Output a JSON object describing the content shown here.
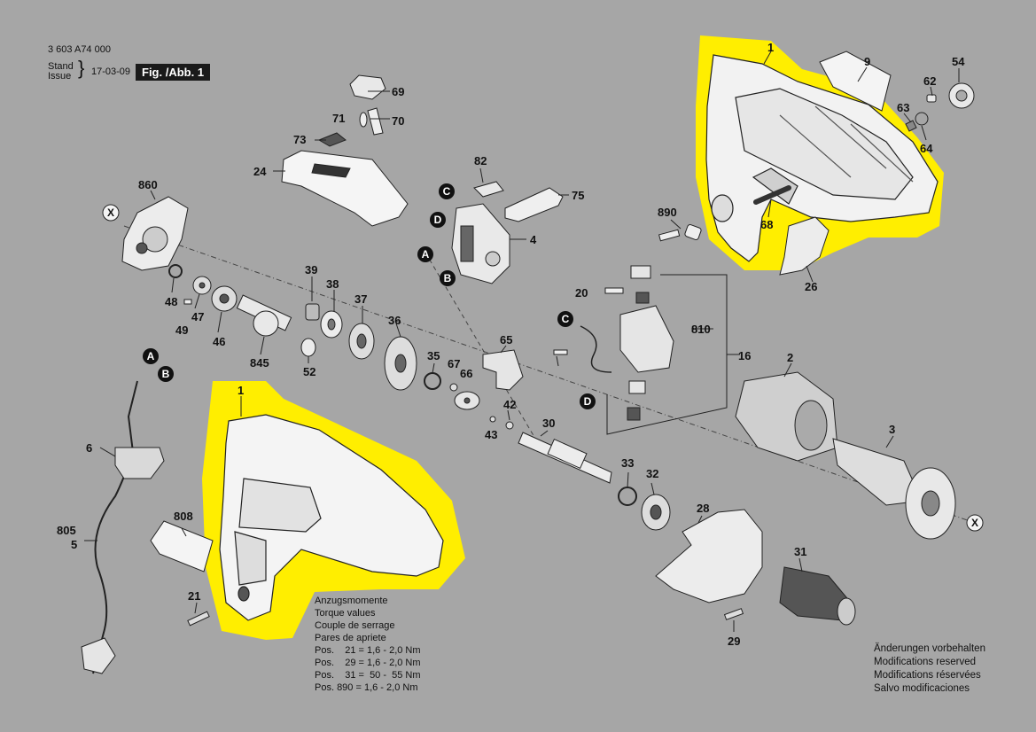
{
  "header": {
    "doc_number": "3 603 A74 000",
    "stand": "Stand",
    "issue": "Issue",
    "date": "17-03-09",
    "figure": "Fig. /Abb. 1"
  },
  "torque": {
    "lines": [
      "Anzugsmomente",
      "Torque values",
      "Couple de serrage",
      "Pares de apriete"
    ],
    "values": [
      "Pos.    21 = 1,6 - 2,0 Nm",
      "Pos.    29 = 1,6 - 2,0 Nm",
      "Pos.    31 =  50 -  55 Nm",
      "Pos. 890 = 1,6 - 2,0 Nm"
    ]
  },
  "modifications": [
    "Änderungen vorbehalten",
    "Modifications reserved",
    "Modifications réservées",
    "Salvo modificaciones"
  ],
  "part_numbers": [
    "1",
    "9",
    "62",
    "54",
    "63",
    "64",
    "68",
    "26",
    "890",
    "69",
    "71",
    "70",
    "73",
    "24",
    "82",
    "75",
    "4",
    "860",
    "39",
    "38",
    "37",
    "36",
    "48",
    "47",
    "49",
    "46",
    "845",
    "52",
    "65",
    "35",
    "67",
    "66",
    "42",
    "43",
    "30",
    "33",
    "32",
    "20",
    "810",
    "16",
    "2",
    "3",
    "28",
    "31",
    "29",
    "6",
    "805",
    "5",
    "808",
    "21",
    "1"
  ],
  "callouts": [
    "A",
    "B",
    "C",
    "D",
    "A",
    "B",
    "C",
    "D",
    "X",
    "X"
  ],
  "colors": {
    "highlight": "#ffee00",
    "background": "#a6a6a6",
    "ink": "#111111"
  }
}
